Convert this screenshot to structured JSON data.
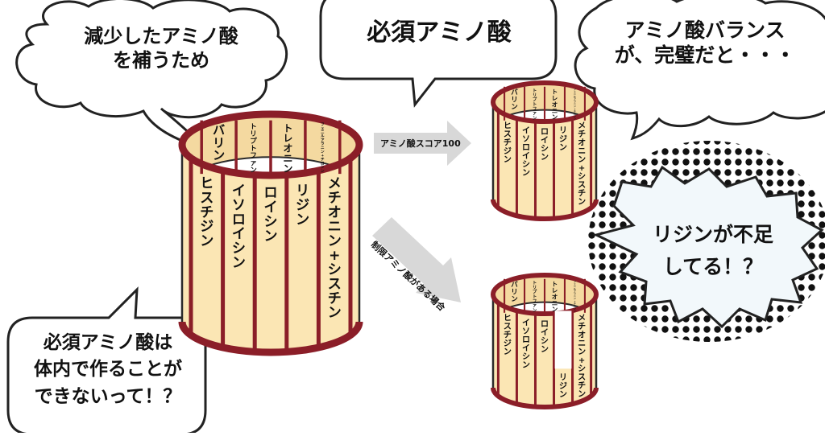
{
  "bubbles": {
    "top_left": [
      "減少したアミノ酸",
      "を補うため"
    ],
    "top_center": "必須アミノ酸",
    "top_right": [
      "アミノ酸バランス",
      "が、完璧だと・・・"
    ],
    "bottom_left": [
      "必須アミノ酸は",
      "体内で作ることが",
      "できないって！？"
    ],
    "burst": [
      "リジンが不足",
      "してる！？"
    ]
  },
  "arrows": {
    "upper": "アミノ酸スコア100",
    "lower": "制限アミノ酸がある場合"
  },
  "barrel": {
    "front_staves": [
      "ヒスチジン",
      "イソロイシン",
      "ロイシン",
      "リジン",
      "メチオニン+シスチン"
    ],
    "back_staves": [
      "バリン",
      "トリプトファン",
      "トレオニン",
      "フェニルアラニン+チロシン"
    ],
    "colors": {
      "fill": "#fbe6b4",
      "band": "#8b1e28",
      "inner": "#f4d9a0",
      "line": "#2a2a2a"
    }
  }
}
